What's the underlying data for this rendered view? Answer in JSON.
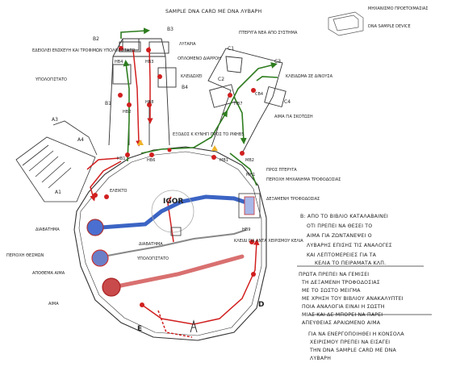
{
  "top_label": "SAMPLE DNA CARD ΜΕ DNA ΛΥΒΑΡΗ",
  "room_codes": [
    "B2",
    "B3",
    "B1",
    "B4",
    "C1",
    "C2",
    "C3",
    "C4",
    "A1",
    "A3",
    "A4",
    "D",
    "E"
  ],
  "tags": [
    "HB4",
    "HB3",
    "HB2",
    "HB1",
    "HB6",
    "MB1",
    "MB2",
    "HB5",
    "CB4",
    "HB7",
    "HB8",
    "MH1",
    "HB9"
  ],
  "center_label": "IGOR",
  "left_labels": {
    "edeio": "ΕΔΕΙΟΛΕΙ ΕΝΣΚΕΥΗ ΚΑΙ ΤΡΟΦΙΜΩΝ ΥΠΟΛΟΓΙΣΤΑΤΟ",
    "ypologistato": "ΥΠΟΛΟΓΙΣΤΑΤΟ",
    "eleiko": "ΕΛΕΙΚΤΟ",
    "diavathma": "ΔΙΑΒΑΤΗΜΑ",
    "periochi": "ΠΕΡΙΟΧΗ ΘΕΣΜΩΝ",
    "apothema": "ΑΠΟΘΕΜΑ ΑΙΜΑ"
  },
  "mid_labels": {
    "ypologistato2": "ΥΠΟΛΟΓΙΣΤΑΤΟ",
    "diavathma2": "ΔΙΑΒΑΤΗΜΑ",
    "exodos": "ΕΞΟΔΟΣ Κ ΚΥΝΗΓΙ ΠΡΟΣ ΤΟ ΡΙΚ",
    "lygaria": "ΛΥΓΑΡΙΑ",
    "kleidoxio": "ΚΛΕΙΔΩΧΕΙ",
    "oplomeno": "ΟΠΛΟΜΕΝΟ ΔΙΑΡΡΟΗ",
    "pteryga": "ΠΤΕΡΥΓΑ ΝΕΑ ΑΠΟ ΣΥΣΤΗΜΑ",
    "kleidoma": "ΚΛΕΙΔΩΜΑ ΣΕ ΔΙΝΟΥΣΑ",
    "aimatos": "ΑΙΜΑ ΓΙΑ ΣΚΟΤΩΣΗ",
    "pros_pteryga": "ΠΡΟΣ ΠΤΕΡΥΓΑ",
    "periochi_mech": "ΠΕΡΙΟΧΗ ΜΗΧΑΝΗΜΑ ΤΡΟΦΟΔΟΣΙΑΣ",
    "dexameni": "ΔΕΞΑΜΕΝΗ ΤΡΟΦΟΔΟΣΙΑΣ",
    "kleidi": "ΚΛΕΙΔΙ ΓΙΑ ΑΝΤΑ ΧΕΙΡΙΣΜΟΥ ΚΕΛΙΑ",
    "aima": "ΑΙΜΑ",
    "mechanism": "ΜΗΧΑΝΙΣΜΟ ΠΡΟΕΤΟΙΜΑΣΙΑΣ",
    "dna_sample": "DNA SAMPLE DEVICE"
  },
  "note_b_lines": [
    "B: ΑΠΟ ΤΟ ΒΙΒΛΙΟ ΚΑΤΑΛΑΒΑΙΝΕΙ",
    "ΟΤΙ ΠΡΕΠΕΙ ΝΑ ΘΕΣΕΙ ΤΟ",
    "ΑΙΜΑ ΓΙΑ ΖΩΝΤΑΝΕΨΕΙ Ο",
    "ΛΥΒΑΡΗΣ ΕΠΙΣΗΣ ΤΙΣ ΑΝΑΛΟΓΕΣ",
    "ΚΑΙ ΛΕΠΤΟΜΕΡΕΙΕΣ ΓΙΑ ΤΑ",
    "ΚΕΛΙΑ ΤΟ ΠΕΙΡΑΜΑΤΑ ΚΛΠ."
  ],
  "note_main_lines": [
    "ΠΡΩΤΑ ΠΡΕΠΕΙ ΝΑ ΓΕΜΙΣΕΙ",
    "ΤΗ ΔΕΞΑΜΕΝΗ ΤΡΟΦΟΔΟΣΙΑΣ",
    "ΜΕ ΤΟ ΣΩΣΤΟ ΜΕΙΓΜΑ",
    "ΜΕ ΧΡΗΣΗ ΤΟΥ ΒΙΒΛΙΟΥ ΑΝΑΚΑΛΥΠΤΕΙ",
    "ΠΟΙΑ ΑΝΑΛΟΓΙΑ ΕΙΝΑΙ Η ΣΩΣΤΗ",
    "ΜΙΑΣ ΚΑΙ ΔΕ ΜΠΟΡΕΙ ΝΑ ΠΑΡΕΙ",
    "ΑΠΕΥΘΕΙΑΣ ΑΡΑΙΩΜΕΝΟ ΑΙΜΑ",
    "",
    "ΓΙΑ ΝΑ ΕΝΕΡΓΟΠΟΙΗΘΕΙ Η ΚΟΝΣΟΛΑ",
    "ΧΕΙΡΙΣΜΟΥ ΠΡΕΠΕΙ ΝΑ ΕΙΣΑΓΕΙ",
    "ΤΗΝ DNA SAMPLE CARD ΜΕ DNA",
    "ΛΥΒΑΡΗ"
  ],
  "colors": {
    "green": "#2e7d1f",
    "red": "#d11f1f",
    "blue": "#3b64c4",
    "ink": "#222222"
  }
}
